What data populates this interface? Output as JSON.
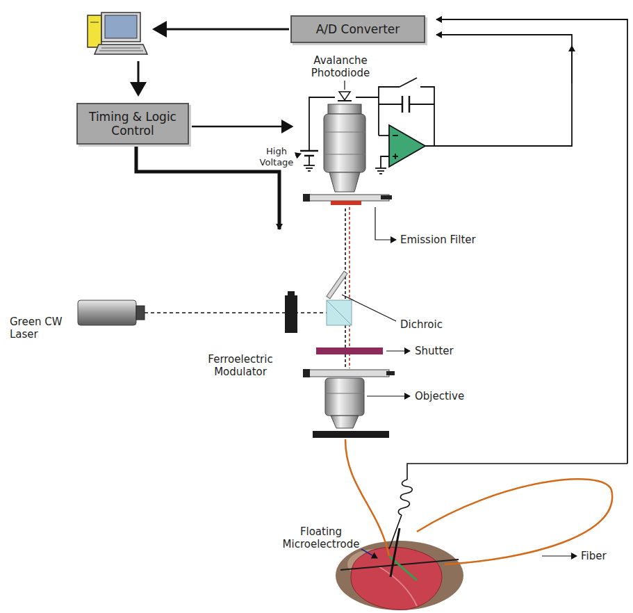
{
  "diagram": {
    "nodes": [
      {
        "text": [
          "A/D Converter"
        ]
      },
      {
        "text": [
          "Timing & Logic Control"
        ]
      }
    ],
    "labels": [
      "Avalanche Photodiode",
      "High Voltage",
      "Emission Filter",
      "Dichroic",
      "Green CW Laser",
      "Ferroelectric Modulator",
      "Shutter",
      "Objective",
      "Floating Microelectrode",
      "Fiber"
    ]
  }
}
